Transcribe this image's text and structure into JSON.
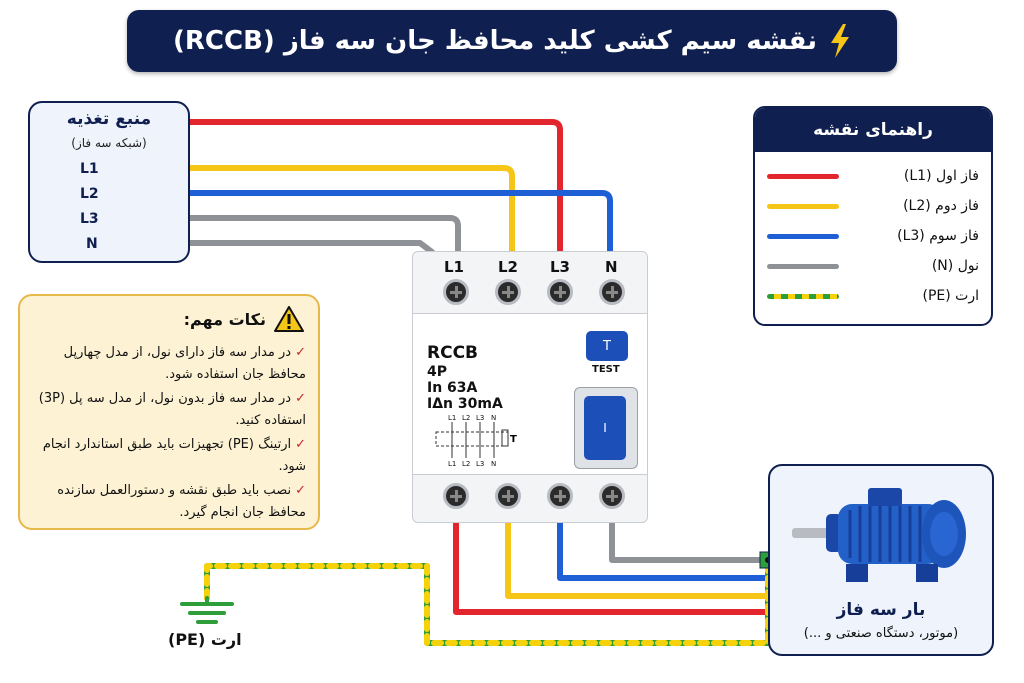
{
  "title": "نقشه سیم کشی کلید محافظ جان سه فاز (RCCB)",
  "colors": {
    "navy": "#0f1f4f",
    "L1": "#e3262e",
    "L2": "#f5c518",
    "L3": "#1f5fd6",
    "N": "#8e9196",
    "PE_green": "#2e9e3a",
    "PE_yellow": "#f5d20a"
  },
  "supply": {
    "title": "منبع تغذیه",
    "subtitle": "(شبکه سه فاز)",
    "lines": [
      "L1",
      "L2",
      "L3",
      "N"
    ]
  },
  "legend": {
    "title": "راهنمای نقشه",
    "items": [
      {
        "label": "فاز اول (L1)",
        "color": "#e3262e"
      },
      {
        "label": "فاز دوم (L2)",
        "color": "#f5c518"
      },
      {
        "label": "فاز سوم (L3)",
        "color": "#1f5fd6"
      },
      {
        "label": "نول (N)",
        "color": "#8e9196"
      },
      {
        "label": "ارت (PE)",
        "color": "pe"
      }
    ]
  },
  "notes": {
    "title": "نکات مهم:",
    "items": [
      "در مدار سه فاز دارای نول، از مدل چهارپل محافظ جان استفاده شود.",
      "در مدار سه فاز بدون نول، از مدل سه پل (3P) استفاده کنید.",
      "ارتینگ (PE) تجهیزات باید طبق استاندارد انجام شود.",
      "نصب باید طبق نقشه و دستورالعمل سازنده محافظ جان انجام گیرد."
    ]
  },
  "rccb": {
    "terminals": [
      "L1",
      "L2",
      "L3",
      "N"
    ],
    "name": "RCCB",
    "poles": "4P",
    "rating": "In 63A",
    "sensitivity": "IΔn 30mA",
    "test_button": "T",
    "test_label": "TEST",
    "lever_mark": "I",
    "schematic_top": [
      "L1",
      "L2",
      "L3",
      "N"
    ],
    "schematic_bottom": [
      "L1",
      "L2",
      "L3",
      "N"
    ],
    "schematic_t": "T"
  },
  "load": {
    "title": "بار سه فاز",
    "subtitle": "(موتور، دستگاه صنعتی و ...)"
  },
  "earth": {
    "label": "ارت (PE)"
  }
}
